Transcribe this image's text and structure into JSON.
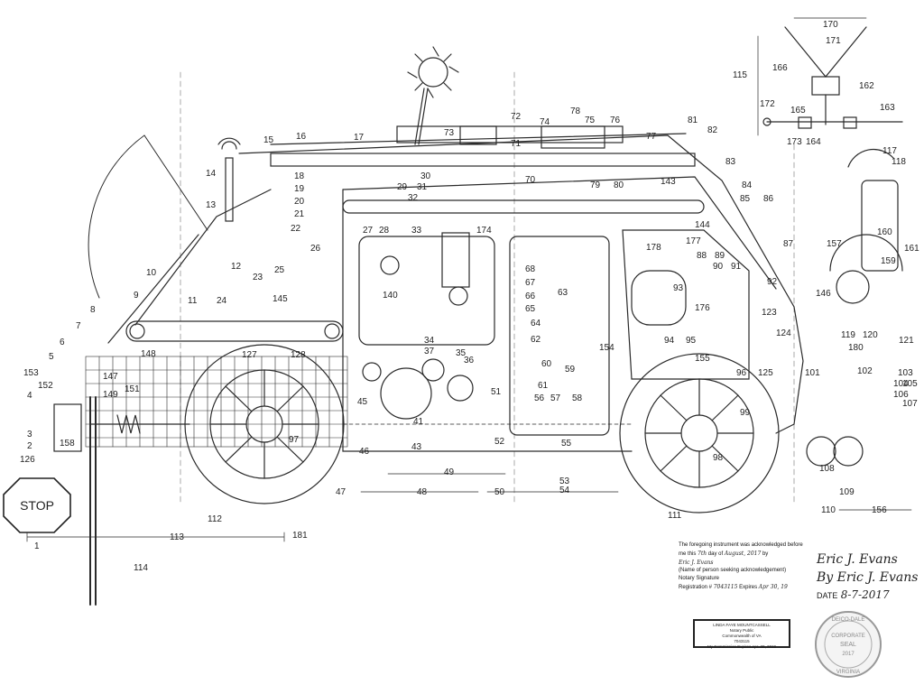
{
  "stop_sign": "STOP",
  "labels": {
    "n1": "1",
    "n2": "2",
    "n3": "3",
    "n4": "4",
    "n5": "5",
    "n6": "6",
    "n7": "7",
    "n8": "8",
    "n9": "9",
    "n10": "10",
    "n11": "11",
    "n12": "12",
    "n13": "13",
    "n14": "14",
    "n15": "15",
    "n16": "16",
    "n17": "17",
    "n18": "18",
    "n19": "19",
    "n20": "20",
    "n21": "21",
    "n22": "22",
    "n23": "23",
    "n24": "24",
    "n25": "25",
    "n26": "26",
    "n27": "27",
    "n28": "28",
    "n29": "29",
    "n30": "30",
    "n31": "31",
    "n32": "32",
    "n33": "33",
    "n34": "34",
    "n35": "35",
    "n36": "36",
    "n37": "37",
    "n41": "41",
    "n43": "43",
    "n45": "45",
    "n46": "46",
    "n47": "47",
    "n48": "48",
    "n49": "49",
    "n50": "50",
    "n51": "51",
    "n52": "52",
    "n53": "53",
    "n54": "54",
    "n55": "55",
    "n56": "56",
    "n57": "57",
    "n58": "58",
    "n59": "59",
    "n60": "60",
    "n61": "61",
    "n62": "62",
    "n63": "63",
    "n64": "64",
    "n65": "65",
    "n66": "66",
    "n67": "67",
    "n68": "68",
    "n70": "70",
    "n71": "71",
    "n72": "72",
    "n73": "73",
    "n74": "74",
    "n75": "75",
    "n76": "76",
    "n77": "77",
    "n78": "78",
    "n79": "79",
    "n80": "80",
    "n81": "81",
    "n82": "82",
    "n83": "83",
    "n84": "84",
    "n85": "85",
    "n86": "86",
    "n87": "87",
    "n88": "88",
    "n89": "89",
    "n90": "90",
    "n91": "91",
    "n92": "92",
    "n93": "93",
    "n94": "94",
    "n95": "95",
    "n96": "96",
    "n97": "97",
    "n98": "98",
    "n99": "99",
    "n101": "101",
    "n102": "102",
    "n103": "103",
    "n104": "104",
    "n105": "105",
    "n106": "106",
    "n107": "107",
    "n108": "108",
    "n109": "109",
    "n110": "110",
    "n111": "111",
    "n112": "112",
    "n113": "113",
    "n114": "114",
    "n115": "115",
    "n117": "117",
    "n118": "118",
    "n119": "119",
    "n120": "120",
    "n121": "121",
    "n123": "123",
    "n124": "124",
    "n125": "125",
    "n126": "126",
    "n127": "127",
    "n128": "128",
    "n140": "140",
    "n143": "143",
    "n144": "144",
    "n145": "145",
    "n146": "146",
    "n147": "147",
    "n148": "148",
    "n149": "149",
    "n151": "151",
    "n152": "152",
    "n153": "153",
    "n154": "154",
    "n155": "155",
    "n156": "156",
    "n157": "157",
    "n158": "158",
    "n159": "159",
    "n160": "160",
    "n161": "161",
    "n162": "162",
    "n163": "163",
    "n164": "164",
    "n165": "165",
    "n166": "166",
    "n170": "170",
    "n171": "171",
    "n172": "172",
    "n173": "173",
    "n174": "174",
    "n176": "176",
    "n177": "177",
    "n178": "178",
    "n180": "180",
    "n181": "181"
  },
  "notary": {
    "line1": "The foregoing instrument was acknowledged before",
    "line2_prefix": "me this",
    "day": "7th",
    "line2_mid": "day of",
    "month_year": "August, 2017",
    "line2_suffix": "by",
    "person": "Eric J. Evans",
    "line3": "(Name of person seeking acknowledgement)",
    "sig_label": "Notary Signature",
    "reg_label": "Registration #",
    "reg_number": "7043115",
    "expires_label": "Expires",
    "expires_date": "Apr 30, 19"
  },
  "stamp": {
    "name": "LINDA FAYE MOUNTCASSELL",
    "title": "Notary Public",
    "state": "Commonwealth of VA",
    "number": "7043115",
    "commission": "My Commission Expires Apr. 30, 2019"
  },
  "signature": {
    "sig1": "Eric J. Evans",
    "by_label": "By",
    "sig2": "Eric J. Evans",
    "date_label": "DATE",
    "date": "8-7-2017"
  },
  "seal": {
    "top": "DEICO-DALE",
    "mid1": "CORPORATE",
    "mid2": "SEAL",
    "year": "2017",
    "bottom": "VIRGINIA"
  },
  "colors": {
    "ink": "#222222",
    "paper": "#ffffff"
  }
}
